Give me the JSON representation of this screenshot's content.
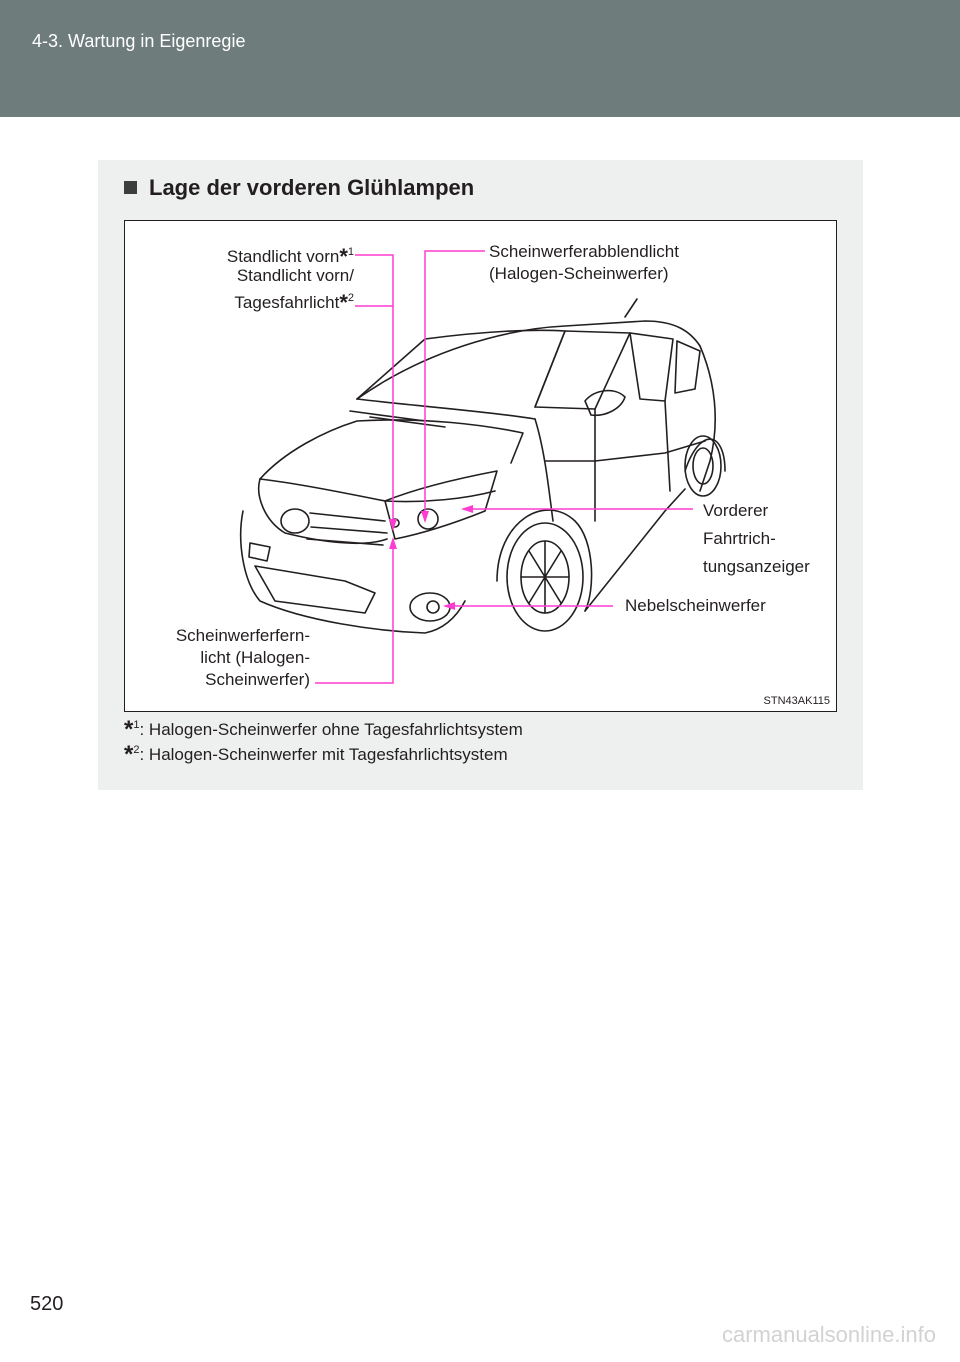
{
  "header": {
    "section_title": "4-3. Wartung in Eigenregie"
  },
  "section": {
    "heading": "Lage der vorderen Glühlampen",
    "bullet_icon": "square-bullet-icon"
  },
  "figure": {
    "labels": {
      "standlicht_1_text": "Standlicht vorn",
      "standlicht_1_sup": "1",
      "standlicht_2_line1": "Standlicht vorn/",
      "standlicht_2_line2": "Tagesfahrlicht",
      "standlicht_2_sup": "2",
      "abblend_line1": "Scheinwerferabblendlicht",
      "abblend_line2": "(Halogen-Scheinwerfer)",
      "blinker_line1": "Vorderer",
      "blinker_line2": "Fahrtrich-",
      "blinker_line3": "tungsanzeiger",
      "nebel": "Nebelscheinwerfer",
      "fern_line1": "Scheinwerferfern-",
      "fern_line2": "licht (Halogen-",
      "fern_line3": "Scheinwerfer)"
    },
    "image_code": "STN43AK115",
    "leader_color": "#ff3cd2"
  },
  "footnotes": [
    {
      "mark": "*",
      "num": "1",
      "text": ": Halogen-Scheinwerfer ohne Tagesfahrlichtsystem"
    },
    {
      "mark": "*",
      "num": "2",
      "text": ": Halogen-Scheinwerfer mit Tagesfahrlichtsystem"
    }
  ],
  "page_number": "520",
  "watermark": "carmanualsonline.info"
}
